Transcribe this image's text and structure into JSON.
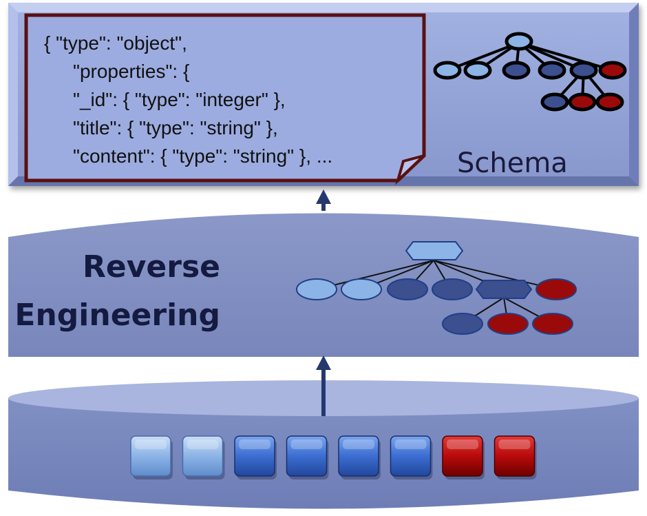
{
  "schema_panel": {
    "label": "Schema",
    "code_lines": [
      "{ \"type\": \"object\",",
      "\"properties\": {",
      "\"_id\": { \"type\": \"integer\" },",
      "\"title\": { \"type\": \"string\" },",
      "\"content\": { \"type\": \"string\" },  ..."
    ]
  },
  "reverse_engineering": {
    "line1": "Reverse",
    "line2": "Engineering"
  },
  "colors": {
    "light_blue": "#8db4e2",
    "mid_blue": "#3a68c8",
    "dark_blue": "#3c4f8e",
    "red": "#9a0a0a",
    "panel_blue": "#8fa0d4",
    "code_border": "#5a1010"
  },
  "data_blocks": [
    "light",
    "light",
    "blue",
    "blue",
    "blue",
    "blue",
    "red",
    "red"
  ]
}
